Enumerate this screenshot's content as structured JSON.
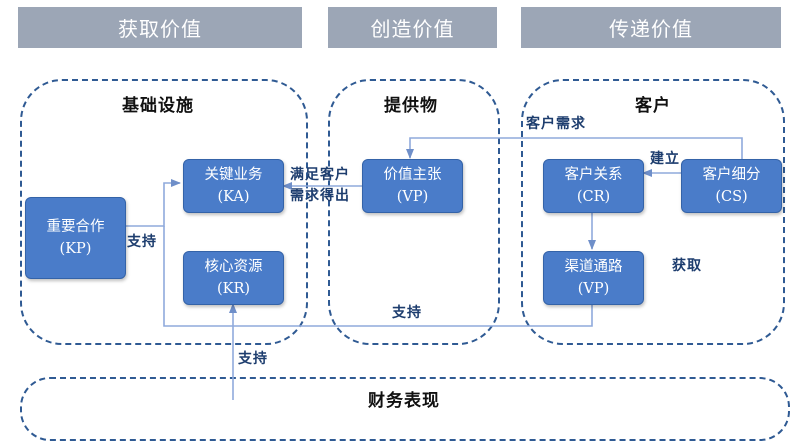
{
  "headers": {
    "capture": "获取价值",
    "create": "创造价值",
    "deliver": "传递价值"
  },
  "zones": {
    "infrastructure": "基础设施",
    "offering": "提供物",
    "customer": "客户",
    "finance": "财务表现"
  },
  "boxes": {
    "kp": {
      "name": "重要合作",
      "code": "(KP)"
    },
    "ka": {
      "name": "关键业务",
      "code": "(KA)"
    },
    "kr": {
      "name": "核心资源",
      "code": "(KR)"
    },
    "vp": {
      "name": "价值主张",
      "code": "(VP)"
    },
    "cr": {
      "name": "客户关系",
      "code": "(CR)"
    },
    "cs": {
      "name": "客户细分",
      "code": "(CS)"
    },
    "ch": {
      "name": "渠道通路",
      "code": "(VP)"
    }
  },
  "labels": {
    "customer_needs": "客户需求",
    "satisfy_line1": "满足客户",
    "satisfy_line2": "需求得出",
    "support_kp": "支持",
    "support_bottom": "支持",
    "support_finance": "支持",
    "build": "建立",
    "acquire": "获取"
  },
  "colors": {
    "header_bg": "#9ca6b6",
    "box_fill": "#4a7cc9",
    "zone_border": "#2f5a93",
    "connector": "#8faadc"
  }
}
